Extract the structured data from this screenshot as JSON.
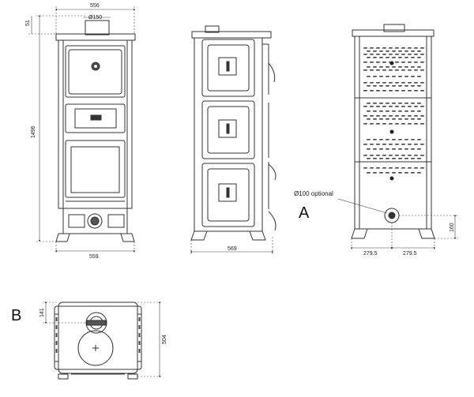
{
  "front_view": {
    "width_top": "556",
    "flue_diameter": "Ø150",
    "height_total": "1496",
    "top_offset": "51",
    "width_base": "559"
  },
  "side_view": {
    "depth": "569"
  },
  "rear_view": {
    "optional_outlet": "Ø100 optional",
    "marker": "A",
    "half_left": "279.5",
    "half_right": "279.5",
    "outlet_height": "160"
  },
  "top_view": {
    "marker": "B",
    "flue_offset": "141",
    "depth": "504"
  }
}
